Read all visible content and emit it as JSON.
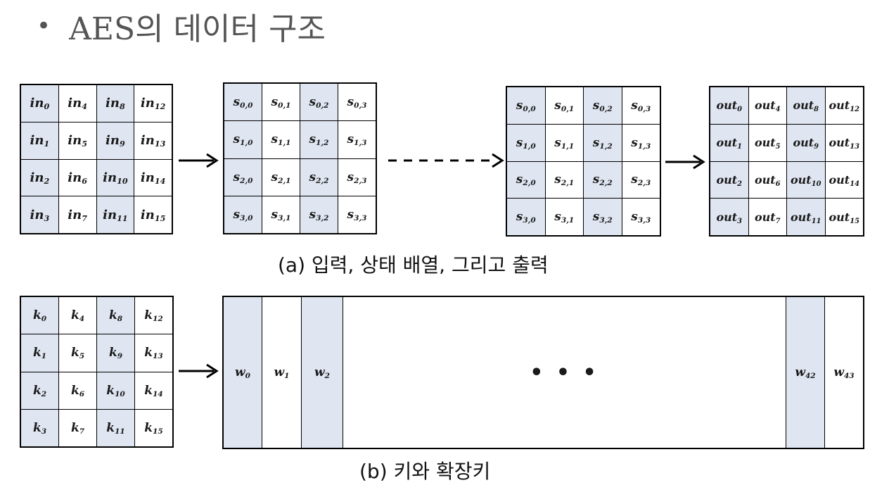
{
  "title": {
    "bullet": "•",
    "text": "AES의 데이터 구조"
  },
  "input_grid": {
    "cells": [
      [
        "in",
        "0"
      ],
      [
        "in",
        "4"
      ],
      [
        "in",
        "8"
      ],
      [
        "in",
        "12"
      ],
      [
        "in",
        "1"
      ],
      [
        "in",
        "5"
      ],
      [
        "in",
        "9"
      ],
      [
        "in",
        "13"
      ],
      [
        "in",
        "2"
      ],
      [
        "in",
        "6"
      ],
      [
        "in",
        "10"
      ],
      [
        "in",
        "14"
      ],
      [
        "in",
        "3"
      ],
      [
        "in",
        "7"
      ],
      [
        "in",
        "11"
      ],
      [
        "in",
        "15"
      ]
    ]
  },
  "state_grid_1": {
    "cells": [
      [
        "s",
        "0,0"
      ],
      [
        "s",
        "0,1"
      ],
      [
        "s",
        "0,2"
      ],
      [
        "s",
        "0,3"
      ],
      [
        "s",
        "1,0"
      ],
      [
        "s",
        "1,1"
      ],
      [
        "s",
        "1,2"
      ],
      [
        "s",
        "1,3"
      ],
      [
        "s",
        "2,0"
      ],
      [
        "s",
        "2,1"
      ],
      [
        "s",
        "2,2"
      ],
      [
        "s",
        "2,3"
      ],
      [
        "s",
        "3,0"
      ],
      [
        "s",
        "3,1"
      ],
      [
        "s",
        "3,2"
      ],
      [
        "s",
        "3,3"
      ]
    ]
  },
  "state_grid_2": {
    "cells": [
      [
        "s",
        "0,0"
      ],
      [
        "s",
        "0,1"
      ],
      [
        "s",
        "0,2"
      ],
      [
        "s",
        "0,3"
      ],
      [
        "s",
        "1,0"
      ],
      [
        "s",
        "1,1"
      ],
      [
        "s",
        "1,2"
      ],
      [
        "s",
        "1,3"
      ],
      [
        "s",
        "2,0"
      ],
      [
        "s",
        "2,1"
      ],
      [
        "s",
        "2,2"
      ],
      [
        "s",
        "2,3"
      ],
      [
        "s",
        "3,0"
      ],
      [
        "s",
        "3,1"
      ],
      [
        "s",
        "3,2"
      ],
      [
        "s",
        "3,3"
      ]
    ]
  },
  "output_grid": {
    "cells": [
      [
        "out",
        "0"
      ],
      [
        "out",
        "4"
      ],
      [
        "out",
        "8"
      ],
      [
        "out",
        "12"
      ],
      [
        "out",
        "1"
      ],
      [
        "out",
        "5"
      ],
      [
        "out",
        "9"
      ],
      [
        "out",
        "13"
      ],
      [
        "out",
        "2"
      ],
      [
        "out",
        "6"
      ],
      [
        "out",
        "10"
      ],
      [
        "out",
        "14"
      ],
      [
        "out",
        "3"
      ],
      [
        "out",
        "7"
      ],
      [
        "out",
        "11"
      ],
      [
        "out",
        "15"
      ]
    ]
  },
  "caption_a": "(a) 입력, 상태 배열, 그리고 출력",
  "key_grid": {
    "cells": [
      [
        "k",
        "0"
      ],
      [
        "k",
        "4"
      ],
      [
        "k",
        "8"
      ],
      [
        "k",
        "12"
      ],
      [
        "k",
        "1"
      ],
      [
        "k",
        "5"
      ],
      [
        "k",
        "9"
      ],
      [
        "k",
        "13"
      ],
      [
        "k",
        "2"
      ],
      [
        "k",
        "6"
      ],
      [
        "k",
        "10"
      ],
      [
        "k",
        "14"
      ],
      [
        "k",
        "3"
      ],
      [
        "k",
        "7"
      ],
      [
        "k",
        "11"
      ],
      [
        "k",
        "15"
      ]
    ]
  },
  "expanded_key": {
    "left_words": [
      [
        "w",
        "0"
      ],
      [
        "w",
        "1"
      ],
      [
        "w",
        "2"
      ]
    ],
    "ellipsis": "• • •",
    "right_words": [
      [
        "w",
        "42"
      ],
      [
        "w",
        "43"
      ]
    ]
  },
  "caption_b": "(b) 키와 확장키",
  "colors": {
    "shaded": "#dfe5f1",
    "border": "#000000",
    "title": "#555555"
  }
}
